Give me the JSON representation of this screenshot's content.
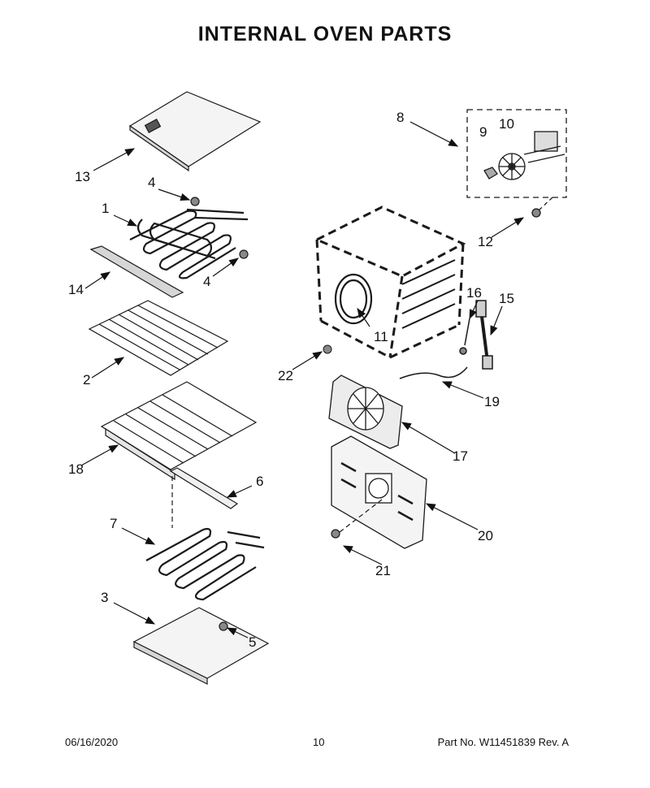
{
  "title": "INTERNAL OVEN PARTS",
  "callouts": {
    "c1": "1",
    "c2": "2",
    "c3": "3",
    "c4a": "4",
    "c4b": "4",
    "c5": "5",
    "c6": "6",
    "c7": "7",
    "c8": "8",
    "c9": "9",
    "c10": "10",
    "c11": "11",
    "c12": "12",
    "c13": "13",
    "c14": "14",
    "c15": "15",
    "c16": "16",
    "c17": "17",
    "c18": "18",
    "c19": "19",
    "c20": "20",
    "c21": "21",
    "c22": "22"
  },
  "footer": {
    "date": "06/16/2020",
    "page": "10",
    "part": "Part No.  W11451839  Rev.  A"
  },
  "colors": {
    "line": "#1a1a1a",
    "part_fill": "#f4f4f4",
    "part_shade": "#d6d6d6"
  }
}
